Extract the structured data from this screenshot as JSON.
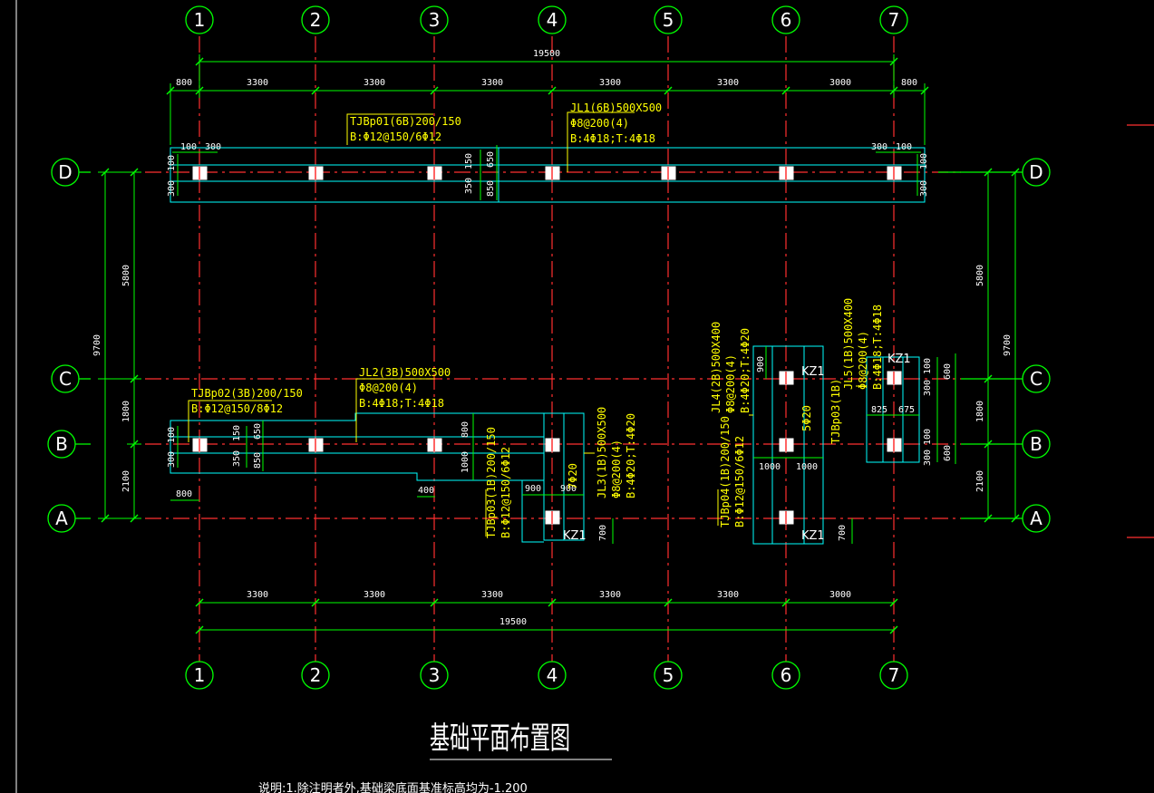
{
  "colors": {
    "background": "#000000",
    "axis_bubble": "#00ff00",
    "dimension": "#00ff00",
    "grid_line": "#ff3030",
    "foundation_outline": "#00ffff",
    "annotation": "#ffff00",
    "column": "#ffffff",
    "text": "#ffffff"
  },
  "axes": {
    "columns": [
      "1",
      "2",
      "3",
      "4",
      "5",
      "6",
      "7"
    ],
    "rows": [
      "D",
      "C",
      "B",
      "A"
    ]
  },
  "dimensions": {
    "overall_top": "19500",
    "overall_bottom": "19500",
    "top_spans": [
      "800",
      "3300",
      "3300",
      "3300",
      "3300",
      "3300",
      "3000",
      "800"
    ],
    "bottom_spans": [
      "3300",
      "3300",
      "3300",
      "3300",
      "3300",
      "3000"
    ],
    "left_outer": "9700",
    "left_spans": [
      "5800",
      "1800",
      "2100"
    ],
    "right_outer": "9700",
    "right_spans": [
      "5800",
      "1800",
      "2100"
    ],
    "local": {
      "d_left_100": "100",
      "d_left_300": "300",
      "d_right_300": "300",
      "d_right_100": "100",
      "d_vert_100": "100",
      "d_vert_300": "300",
      "d_mid_150": "150",
      "d_mid_350": "350",
      "d_mid_650": "650",
      "d_mid_850": "850",
      "d_rvert_100": "100",
      "d_rvert_300": "300",
      "b_vert_100": "100",
      "b_vert_300": "300",
      "b_150": "150",
      "b_350": "350",
      "b_650": "650",
      "b_850": "850",
      "b_800": "800",
      "b_1000": "1000",
      "b_400": "400",
      "b_left_800": "800",
      "jl3_900a": "900",
      "jl3_900b": "900",
      "jl3_700": "700",
      "jl4_900": "900",
      "jl4_1000a": "1000",
      "jl4_1000b": "1000",
      "jl4_700": "700",
      "jl5_600a": "600",
      "jl5_100a": "100",
      "jl5_300a": "300",
      "jl5_825": "825",
      "jl5_675": "675",
      "jl5_100b": "100",
      "jl5_300b": "300",
      "jl5_600b": "600"
    }
  },
  "annotations": {
    "tjb01_l1": "TJBp01(6B)200/150",
    "tjb01_l2": "B:Φ12@150/6Φ12",
    "jl1_l1": "JL1(6B)500X500",
    "jl1_l2": "Φ8@200(4)",
    "jl1_l3": "B:4Φ18;T:4Φ18",
    "tjb02_l1": "TJBp02(3B)200/150",
    "tjb02_l2": "B:Φ12@150/8Φ12",
    "jl2_l1": "JL2(3B)500X500",
    "jl2_l2": "Φ8@200(4)",
    "jl2_l3": "B:4Φ18;T:4Φ18",
    "jl3_l1": "JL3(1B)500X500",
    "jl3_l2": "Φ8@200(4)",
    "jl3_l3": "B:4Φ20;T:4Φ20",
    "tjb03_l1": "TJBp03(1B)200/150",
    "tjb03_l2": "B:Φ12@150/6Φ12",
    "jl3_bar": "7Φ20",
    "jl4_l1": "JL4(2B)500X400",
    "jl4_l2": "Φ8@200(4)",
    "jl4_l3": "B:4Φ20;T:4Φ20",
    "tjb04_l1": "TJBp04(1B)200/150",
    "tjb04_l2": "B:Φ12@150/6Φ12",
    "jl4_bar": "5Φ20",
    "tjb03b": "TJBp03(1B)",
    "jl5_l1": "JL5(1B)500X400",
    "jl5_l2": "Φ8@200(4)",
    "jl5_l3": "B:4Φ18;T:4Φ18"
  },
  "columns_tag": {
    "kz1_a": "KZ1",
    "kz1_b": "KZ1",
    "kz1_c": "KZ1",
    "kz1_d": "KZ1"
  },
  "title": "基础平面布置图",
  "footnote": "说明:1.除注明者外,基础梁底面基准标高均为-1.200"
}
